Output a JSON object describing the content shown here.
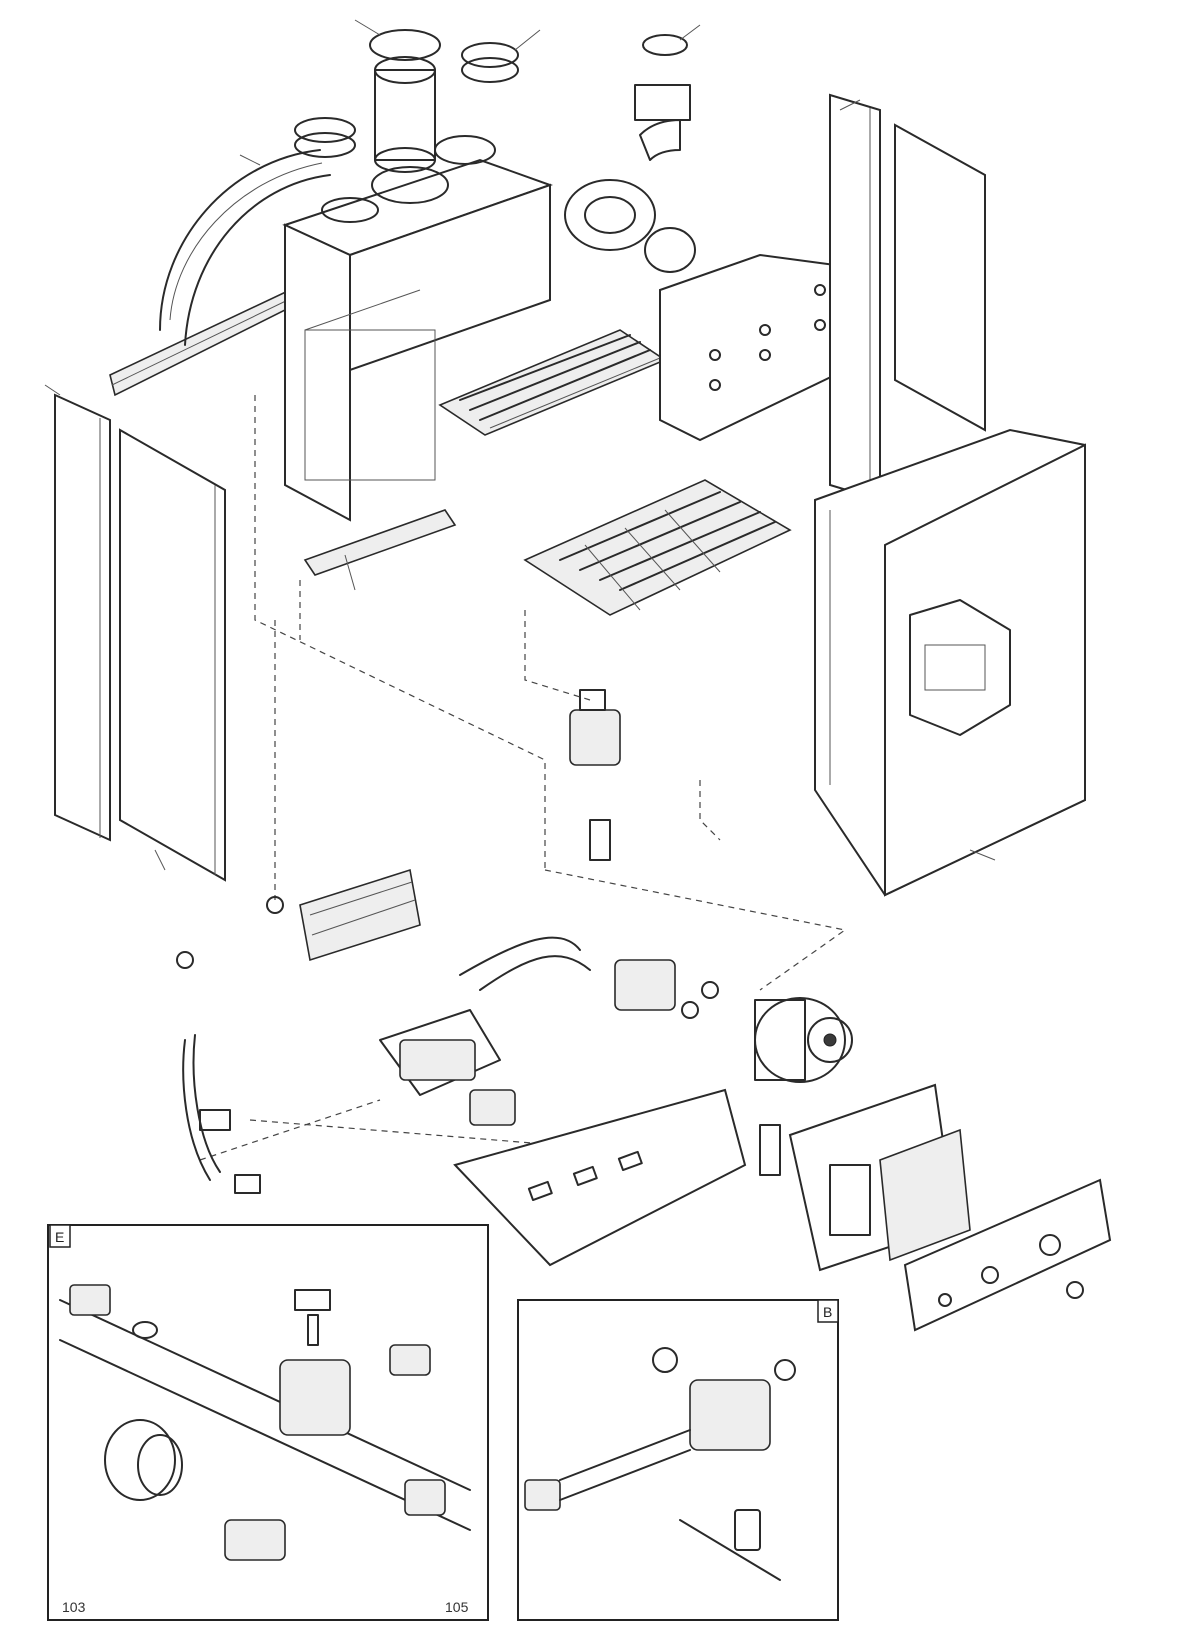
{
  "diagram": {
    "inset_labels": {
      "left": "E",
      "right": "B"
    },
    "corner_labels": {
      "left_bottom_left": "103",
      "left_bottom_right": "105"
    }
  }
}
